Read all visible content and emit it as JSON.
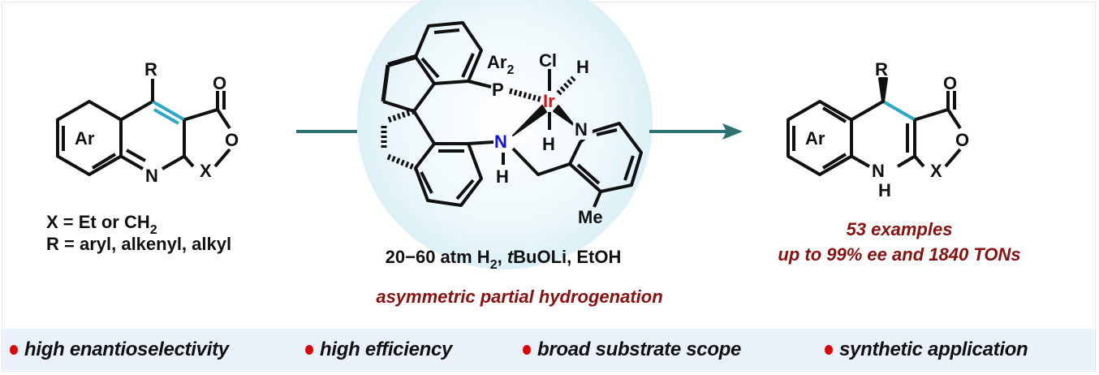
{
  "colors": {
    "arrow": "#2f7272",
    "highlight_bond": "#2aa8c8",
    "iridium": "#e01010",
    "amine_n": "#1010e0",
    "emphasis": "#8b1010",
    "bullet": "#e00000",
    "band": "#eaf1fb"
  },
  "substrate": {
    "ring_label": "Ar",
    "r": "R",
    "o_carbonyl": "O",
    "o_ring": "O",
    "n": "N",
    "x": "X",
    "x_def": "X = Et or CH",
    "x_def_sub": "2",
    "r_def": "R = aryl, alkenyl, alkyl"
  },
  "catalyst": {
    "ar": "Ar",
    "ar_sub": "2",
    "p": "P",
    "cl": "Cl",
    "ir": "Ir",
    "h1": "H",
    "h2": "H",
    "n_amine": "N",
    "nh_h": "H",
    "n_py": "N",
    "me": "Me"
  },
  "conditions": {
    "pre": "20",
    "dash": "−60",
    "atm": " atm H",
    "h_sub": "2",
    "sep": ", ",
    "t": "t",
    "base": "BuOLi, EtOH"
  },
  "reaction_name": "asymmetric partial hydrogenation",
  "product": {
    "ring_label": "Ar",
    "r": "R",
    "o_carbonyl": "O",
    "o_ring": "O",
    "n": "N",
    "nh": "H",
    "x": "X",
    "examples": "53 examples",
    "results": "up to 99% ee and 1840 TONs"
  },
  "features": [
    "high enantioselectivity",
    "high efficiency",
    "broad substrate scope",
    "synthetic application"
  ]
}
